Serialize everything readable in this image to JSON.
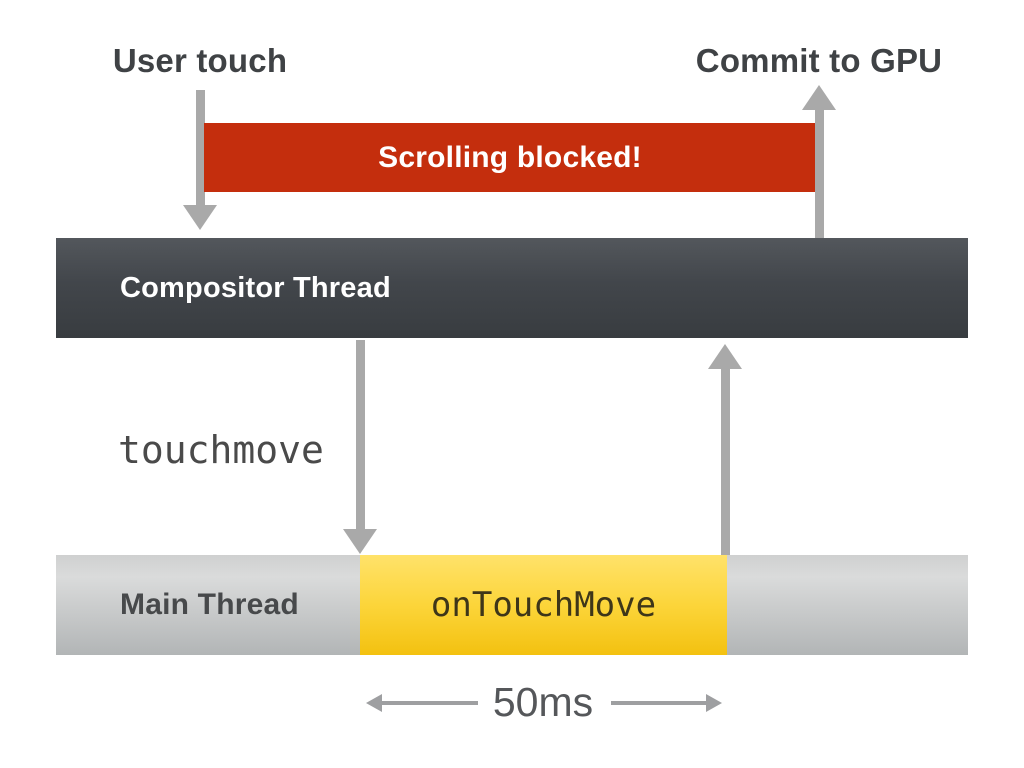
{
  "diagram": {
    "title_left": "User touch",
    "title_right": "Commit to GPU",
    "blocked_banner": "Scrolling blocked!",
    "compositor_bar_label": "Compositor Thread",
    "event_label": "touchmove",
    "main_bar_label": "Main Thread",
    "task_label": "onTouchMove",
    "duration_label": "50ms"
  },
  "icons": [
    "user-touch-down-arrow-icon",
    "commit-up-arrow-icon",
    "touchmove-down-arrow-icon",
    "main-return-up-arrow-icon",
    "duration-left-arrow-icon",
    "duration-right-arrow-icon"
  ],
  "colors": {
    "background": "#ffffff",
    "heading_text": "#3f4245",
    "arrow_gray": "#a9a9a9",
    "duration_arrow": "#9e9fa1",
    "blocked_red": "#c42e0d",
    "blocked_text": "#ffffff",
    "compositor_top": "#53575c",
    "compositor_mid": "#42464b",
    "compositor_bottom": "#383c40",
    "compositor_text": "#ffffff",
    "main_top": "#cfd0d0",
    "main_mid": "#dadbdb",
    "main_bottom": "#b2b5b6",
    "main_text": "#47494b",
    "task_top": "#ffe26a",
    "task_mid": "#fcd53a",
    "task_bottom": "#f3c110",
    "task_text": "#3e3619",
    "mono_text": "#4a4a4a",
    "duration_text": "#55575a"
  }
}
